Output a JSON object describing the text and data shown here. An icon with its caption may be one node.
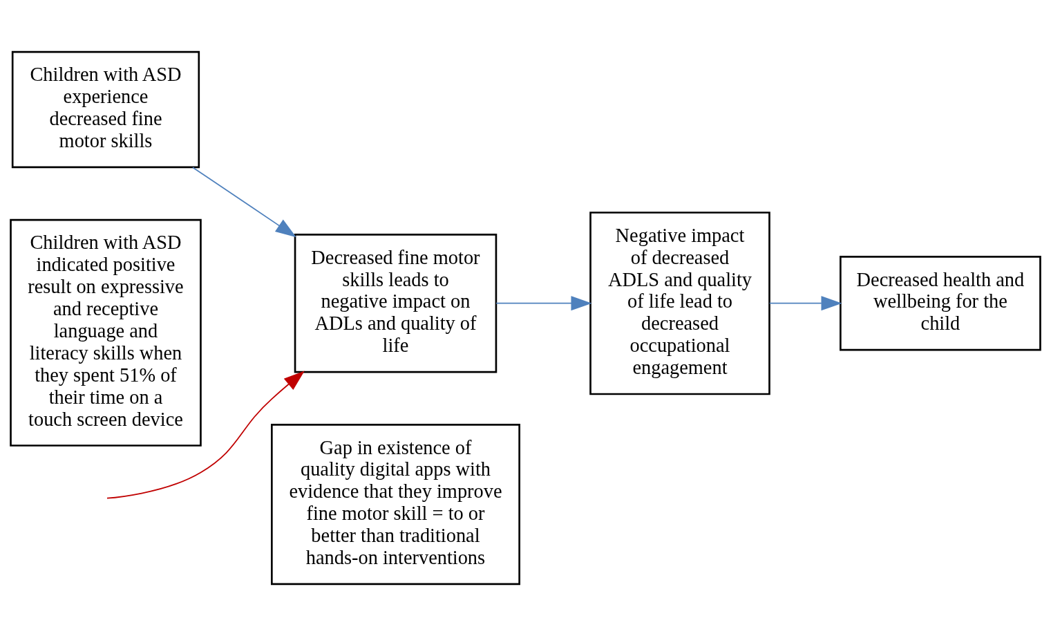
{
  "diagram": {
    "nodes": [
      {
        "text": [
          "Children with ASD experience decreased fine motor skills"
        ]
      },
      {
        "text": [
          "Decreased fine motor skills leads to negative impact on ADLs and quality of life"
        ]
      },
      {
        "text": [
          "Negative impact of decreased ADLS and quality of life lead to decreased occupational engagement"
        ]
      },
      {
        "text": [
          "Decreased health and wellbeing for the child"
        ]
      },
      {
        "text": [
          "Children with ASD indicated positive result on expressive and receptive language and literacy skills when they spent 51% of their time on a touch screen device"
        ]
      },
      {
        "text": [
          "Gap in existence of quality digital apps with evidence that they improve fine motor skill = to or better than traditional hands-on interventions"
        ]
      }
    ],
    "edges": [
      {
        "from": 0,
        "to": 1,
        "arrow": "to"
      },
      {
        "from": 1,
        "to": 2,
        "arrow": "to"
      },
      {
        "from": 2,
        "to": 3,
        "arrow": "to"
      },
      {
        "from": null,
        "to": 1,
        "arrow": "to",
        "color": "#c00000"
      }
    ]
  }
}
